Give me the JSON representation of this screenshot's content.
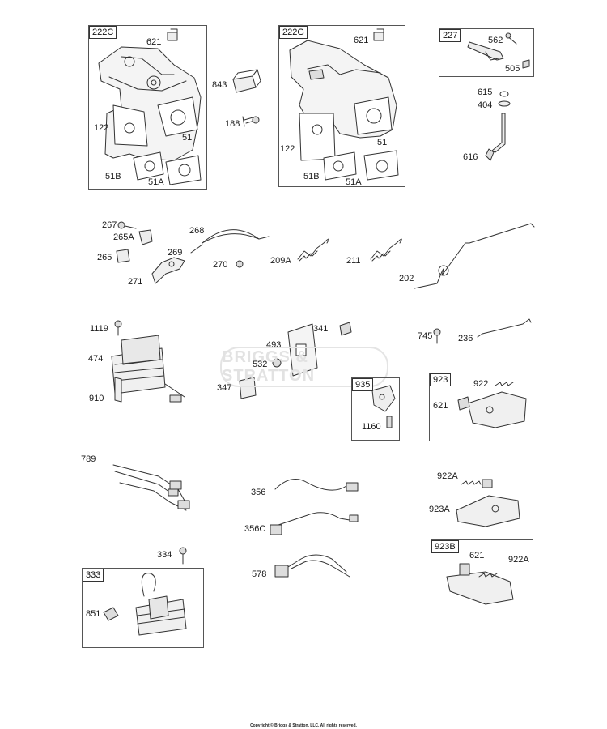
{
  "groups": {
    "g222C": "222C",
    "g222G": "222G",
    "g227": "227",
    "g935": "935",
    "g923": "923",
    "g923B": "923B",
    "g333": "333"
  },
  "labels": {
    "l621a": "621",
    "l843": "843",
    "l188": "188",
    "l122a": "122",
    "l51a": "51",
    "l51Ba": "51B",
    "l51Aa": "51A",
    "l621b": "621",
    "l122b": "122",
    "l51b": "51",
    "l51Bb": "51B",
    "l51Ab": "51A",
    "l562": "562",
    "l505": "505",
    "l615": "615",
    "l404": "404",
    "l616": "616",
    "l267": "267",
    "l265A": "265A",
    "l265": "265",
    "l268": "268",
    "l269": "269",
    "l270": "270",
    "l271": "271",
    "l209A": "209A",
    "l211": "211",
    "l202": "202",
    "l1119": "1119",
    "l474": "474",
    "l910": "910",
    "l493": "493",
    "l341": "341",
    "l532": "532",
    "l347": "347",
    "l1160": "1160",
    "l745": "745",
    "l236": "236",
    "l922a": "922",
    "l621c": "621",
    "l789": "789",
    "l356": "356",
    "l356C": "356C",
    "l578": "578",
    "l334": "334",
    "l851": "851",
    "l922Aa": "922A",
    "l923A": "923A",
    "l621d": "621",
    "l922Ab": "922A"
  },
  "watermark": "BRIGGS & STRATTON",
  "copyright": "Copyright © Briggs & Stratton, LLC. All rights reserved."
}
